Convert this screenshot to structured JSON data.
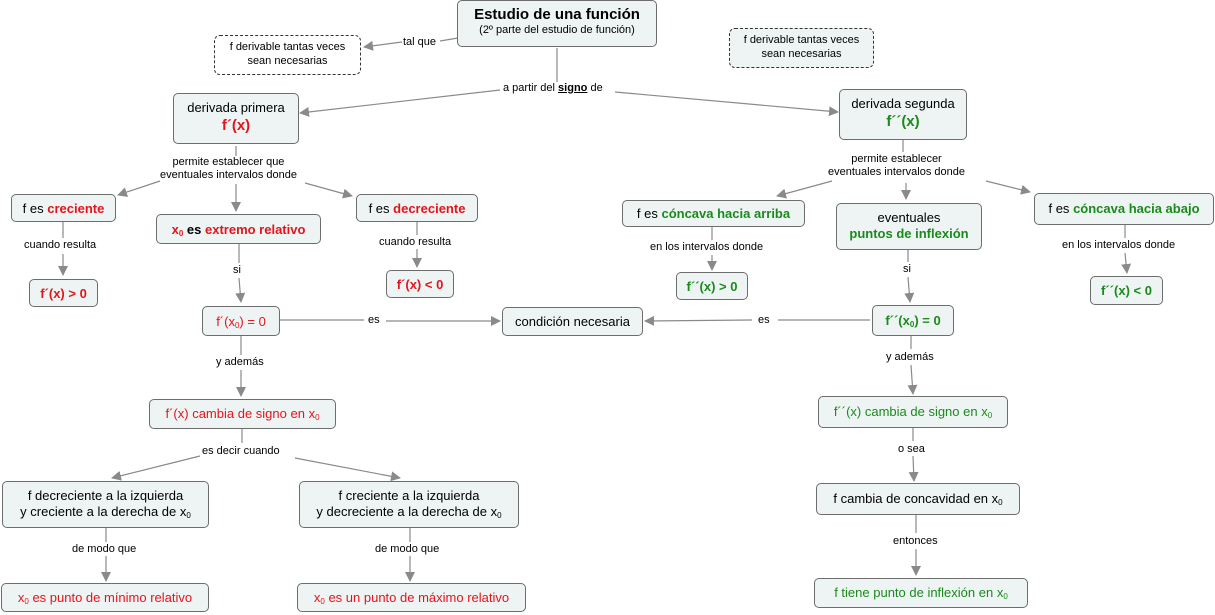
{
  "root": {
    "title": "Estudio de una función",
    "subtitle": "(2º parte del estudio de función)"
  },
  "notes": {
    "left": {
      "line1": "f derivable tantas veces",
      "line2": "sean necesarias"
    },
    "right": {
      "line1": "f derivable tantas veces",
      "line2": "sean necesarias"
    }
  },
  "labels": {
    "tal_que": "tal que",
    "a_partir_pre": "a partir del",
    "signo": "signo",
    "a_partir_post": "de",
    "permite_left_1": "permite establecer que",
    "permite_left_2": "eventuales intervalos donde",
    "permite_right_1": "permite establecer",
    "permite_right_2": "eventuales intervalos donde",
    "cuando_resulta_1": "cuando resulta",
    "cuando_resulta_2": "cuando resulta",
    "si_left": "si",
    "si_right": "si",
    "es_left": "es",
    "es_right": "es",
    "y_ademas_left": "y además",
    "y_ademas_right": "y además",
    "es_decir": "es decir  cuando",
    "de_modo_1": "de modo que",
    "de_modo_2": "de modo que",
    "o_sea": "o sea",
    "entonces": "entonces",
    "intervalos_arriba": "en los intervalos donde",
    "intervalos_abajo": "en los intervalos donde"
  },
  "nodes": {
    "d1_title": "derivada primera",
    "d1_expr": "f´(x)",
    "d2_title": "derivada segunda",
    "d2_expr": "f´´(x)",
    "creciente_pre": "f es",
    "creciente_key": "creciente",
    "extremo_x": "x",
    "extremo_sub": "0",
    "extremo_es": "es",
    "extremo_key": "extremo relativo",
    "decreciente_pre": "f es",
    "decreciente_key": "decreciente",
    "fpos": "f´(x) > 0",
    "fneg": "f´(x) < 0",
    "fx0_pre": "f´(x",
    "fx0_sub": "0",
    "fx0_post": ") = 0",
    "cond_necesaria": "condición necesaria",
    "cambia_signo": "f´(x) cambia de signo en",
    "cambia_x": "x",
    "cambia_sub": "0",
    "min_line1": "f decreciente a la izquierda",
    "min_line2": "y  creciente a la derecha de",
    "min_x": "x",
    "min_sub": "0",
    "max_line1": "f creciente a la izquierda",
    "max_line2": "y decreciente a la derecha de",
    "max_x": "x",
    "max_sub": "0",
    "min_res_x": "x",
    "min_res_sub": "0",
    "min_res_text": "es punto de mínimo relativo",
    "max_res_x": "x",
    "max_res_sub": "0",
    "max_res_text": "es un punto de máximo relativo",
    "concava_arriba_pre": "f es",
    "concava_arriba_key": "cóncava hacia arriba",
    "inflexion_1": "eventuales",
    "inflexion_2": "puntos de inflexión",
    "concava_abajo_pre": "f es",
    "concava_abajo_key": "cóncava hacia abajo",
    "f2pos": "f´´(x) > 0",
    "f2neg": "f´´(x) < 0",
    "f2x0_pre": "f´´(x",
    "f2x0_sub": "0",
    "f2x0_post": ") = 0",
    "cambia2": "f´´(x) cambia de signo en",
    "cambia2_x": "x",
    "cambia2_sub": "0",
    "concavidad": "f cambia de concavidad en",
    "concavidad_x": "x",
    "concavidad_sub": "0",
    "pto_inflexion": "f  tiene punto de inflexión en",
    "pto_inflexion_x": "x",
    "pto_inflexion_sub": "0"
  },
  "colors": {
    "red": "#e3141b",
    "green": "#1a8a1a",
    "line": "#8a8a8a",
    "node_bg": "#eef4f4"
  }
}
